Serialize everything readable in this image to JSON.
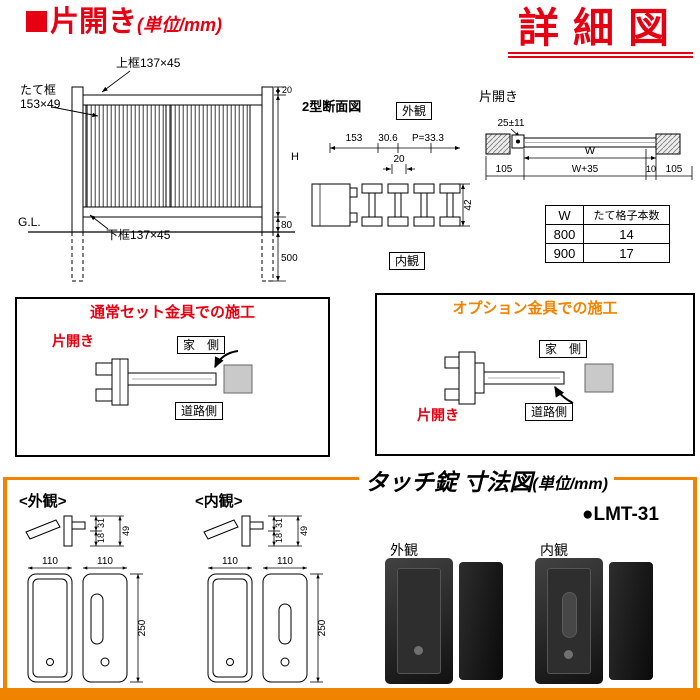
{
  "colors": {
    "red": "#e60012",
    "orange": "#f08300"
  },
  "header": {
    "title": "片開き",
    "unit": "(単位/mm)",
    "detail": "詳細図"
  },
  "elevation": {
    "label_top_rail": "上框137×45",
    "label_side_rail_line1": "たて框",
    "label_side_rail_line2": "153×49",
    "label_bottom_rail": "下框137×45",
    "label_gl": "G.L.",
    "dim_top": "20",
    "dim_height": "H",
    "dim_bottom_gap": "80",
    "dim_embed": "500"
  },
  "cross_section": {
    "title": "2型断面図",
    "label_exterior": "外観",
    "label_interior": "内観",
    "dim_153": "153",
    "dim_306": "30.6",
    "dim_pitch": "P=33.3",
    "dim_20": "20",
    "dim_42": "42"
  },
  "plan": {
    "title": "片開き",
    "dim_hinge": "25±11",
    "dim_w": "W",
    "dim_w35": "W+35",
    "dim_10": "10",
    "dim_105_left": "105",
    "dim_105_right": "105"
  },
  "spec_table": {
    "col_w": "W",
    "col_count": "たて格子本数",
    "rows": [
      {
        "w": "800",
        "count": "14"
      },
      {
        "w": "900",
        "count": "17"
      }
    ]
  },
  "install_standard": {
    "title": "通常セット金具での施工",
    "gate": "片開き",
    "house": "家　側",
    "road": "道路側"
  },
  "install_option": {
    "title": "オプション金具での施工",
    "gate": "片開き",
    "house": "家　側",
    "road": "道路側"
  },
  "touch_lock": {
    "title": "タッチ錠 寸法図",
    "unit": "(単位/mm)",
    "model": "●LMT-31",
    "exterior_heading": "<外観>",
    "interior_heading": "<内観>",
    "photo_exterior": "外観",
    "photo_interior": "内観",
    "ext": {
      "dim_31": "31",
      "dim_18": "18",
      "dim_49": "49",
      "dim_w1": "110",
      "dim_w2": "110",
      "dim_h": "250"
    },
    "int": {
      "dim_31": "31",
      "dim_18": "18",
      "dim_49": "49",
      "dim_w1": "110",
      "dim_w2": "110",
      "dim_h": "250"
    }
  }
}
